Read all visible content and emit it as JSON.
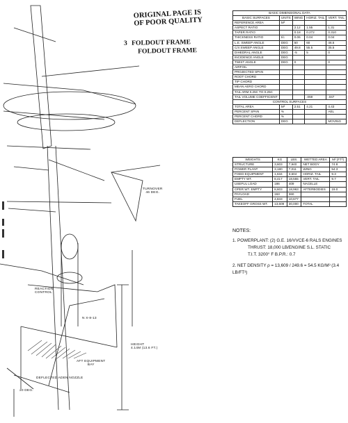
{
  "stamp": {
    "line1": "ORIGINAL PAGE IS",
    "line2": "OF POOR QUALITY",
    "foldout1": "FOLDOUT FRAME",
    "foldout2": "FOLDOUT FRAME",
    "foldout_num": "3"
  },
  "drawing_labels": {
    "turnover": "TURNOVER\n46 DEG.",
    "reaction_control": "REACTION\nCONTROL",
    "nx": "N X-8-13",
    "aft_equipment": "AFT EQUIPMENT\nBAY",
    "height": "HEIGHT\n4.14M (13.6 FT.)",
    "deflected_nozzle": "DEFLECTED ADEN NOZZLE",
    "deg20": "20 DEG."
  },
  "basic_table": {
    "title": "BASIC DIMENSIONAL DATA",
    "headers": [
      "BASIC SURFACES",
      "UNITS",
      "WING",
      "HORIZ. TAIL",
      "VERT. TAIL"
    ],
    "rows": [
      [
        "REFERENCE AREA",
        "M²",
        "",
        "",
        ""
      ],
      [
        "ASPECT RATIO",
        "",
        "2.12",
        "1.55",
        "1.31"
      ],
      [
        "TAPER RATIO",
        "",
        "0.18",
        "0.272",
        "0.310"
      ],
      [
        "THICKNESS RATIO",
        "t/c",
        "0.06",
        "0.04",
        "0.04"
      ],
      [
        "L.E. SWEEP ANGLE",
        "DEG",
        "50",
        "60",
        "46.5"
      ],
      [
        "C/4 SWEEP ANGLE",
        "DEG",
        "49.8",
        "55.5",
        "35.5"
      ],
      [
        "DIHEDRAL ANGLE",
        "DEG",
        "-5",
        "5",
        "0"
      ],
      [
        "INCIDENCE ANGLE",
        "DEG",
        "",
        "",
        ""
      ],
      [
        "TWIST ANGLE",
        "DEG",
        "0",
        "",
        "0"
      ],
      [
        "AIRFOIL",
        "",
        "",
        "",
        ""
      ],
      [
        "PROJECTED SPAN",
        "",
        "",
        "",
        ""
      ],
      [
        "ROOT CHORD",
        "",
        "",
        "",
        ""
      ],
      [
        "TIP CHORD",
        "",
        "",
        "",
        ""
      ],
      [
        "MEAN AERO CHORD",
        "",
        "",
        "",
        ""
      ],
      [
        "TAIL ARM 0.25C TO 0.25C",
        "",
        "",
        "",
        ""
      ],
      [
        "TAIL VOLUME COEFFICIENT",
        "",
        "",
        ".059",
        ".047"
      ]
    ],
    "control_title": "CONTROL SURFACES",
    "control_rows": [
      [
        "TOTAL AREA",
        "M²",
        "2.51",
        "4.21",
        "4.43"
      ],
      [
        "PERCENT SPAN",
        "%",
        "",
        "",
        "AEL"
      ],
      [
        "PERCENT CHORD",
        "%",
        "",
        "",
        ""
      ],
      [
        "DEFLECTION",
        "DEG",
        "",
        "",
        ""
      ]
    ],
    "moving_label": "MOVING"
  },
  "weights_table": {
    "headers": [
      "WEIGHTS",
      "KG",
      "LBS.",
      "WETTED AREA",
      "M² (FT²)"
    ],
    "rows": [
      [
        "STRUCTURE",
        "3,603",
        "7,940",
        "NET BODY",
        "74.8"
      ],
      [
        "POWER PLANT",
        "3,180",
        "7,011",
        "WING",
        "54.3"
      ],
      [
        "FIXED EQUIPMENT",
        "1,634",
        "3,604",
        "HORIZ. TAIL",
        "9.3"
      ],
      [
        "EMPTY WT.",
        "8,417",
        "18,555",
        "VERT. TAIL",
        "9.7"
      ],
      [
        "USEFUL LOAD",
        "186",
        "409",
        "NACELLE",
        ""
      ],
      [
        "OPER WT. EMPTY",
        "8,603",
        "18,963",
        "AFTERBODIES",
        "19.0"
      ],
      [
        "PAYLOAD",
        "163",
        "360",
        "",
        ""
      ],
      [
        "FUEL",
        "4,843",
        "10,677",
        "",
        ""
      ],
      [
        "TAKEOFF GROSS WT.",
        "13,609",
        "30,000",
        "TOTAL",
        ""
      ]
    ]
  },
  "notes": {
    "title": "NOTES:",
    "n1_a": "1.  POWERPLANT: (2) G.E. 16/VVCE-6  RALS ENGINES",
    "n1_b": "THRUST: 18,000 LB/ENGINE  S.L. STATIC",
    "n1_c": "T.I.T. 3200° F          B.P.R.: 0.7",
    "n2": "2.  NET DENSITY ρ = 13,609 / 249.6 = 54.5 KG/M³ (3.4 LB/FT³)"
  }
}
